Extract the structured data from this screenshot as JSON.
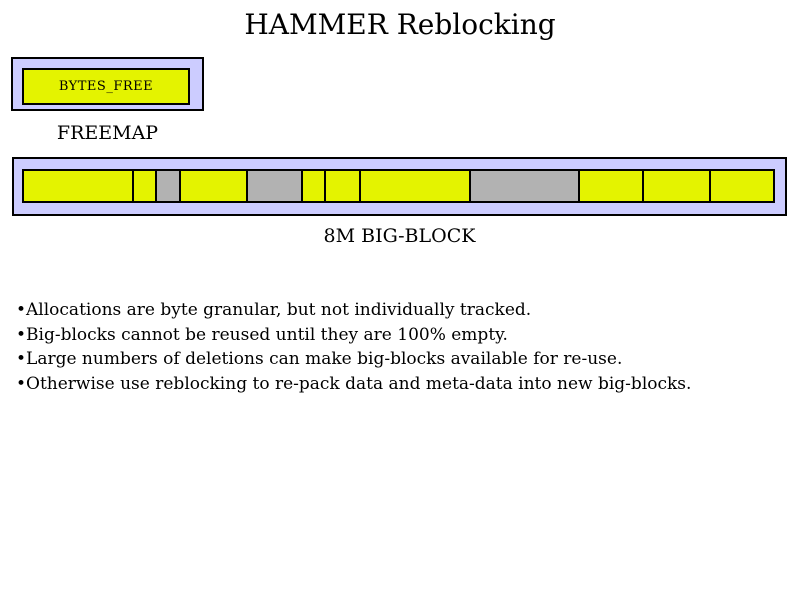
{
  "title": "HAMMER Reblocking",
  "colors": {
    "yellow": "#e4f300",
    "gray": "#b2b2b2",
    "lavender": "#ccccff",
    "border": "#000000",
    "background": "#ffffff"
  },
  "freemap": {
    "cell_label": "BYTES_FREE",
    "caption": "FREEMAP"
  },
  "big_block": {
    "caption": "8M BIG-BLOCK",
    "segments": [
      {
        "color": "yellow",
        "width_pct": 14.8
      },
      {
        "color": "yellow",
        "width_pct": 2.9
      },
      {
        "color": "gray",
        "width_pct": 2.9
      },
      {
        "color": "yellow",
        "width_pct": 8.9
      },
      {
        "color": "gray",
        "width_pct": 7.3
      },
      {
        "color": "yellow",
        "width_pct": 2.9
      },
      {
        "color": "yellow",
        "width_pct": 4.4
      },
      {
        "color": "yellow",
        "width_pct": 14.8
      },
      {
        "color": "gray",
        "width_pct": 14.6
      },
      {
        "color": "yellow",
        "width_pct": 8.6
      },
      {
        "color": "yellow",
        "width_pct": 8.8
      },
      {
        "color": "yellow",
        "width_pct": 8.5
      }
    ]
  },
  "notes": {
    "bullet_char": "•",
    "items": [
      "Allocations are byte granular, but not individually tracked.",
      "Big-blocks cannot be reused until they are 100% empty.",
      "Large numbers of deletions can make big-blocks available for re-use.",
      "Otherwise use reblocking to re-pack data and meta-data into new big-blocks."
    ]
  }
}
